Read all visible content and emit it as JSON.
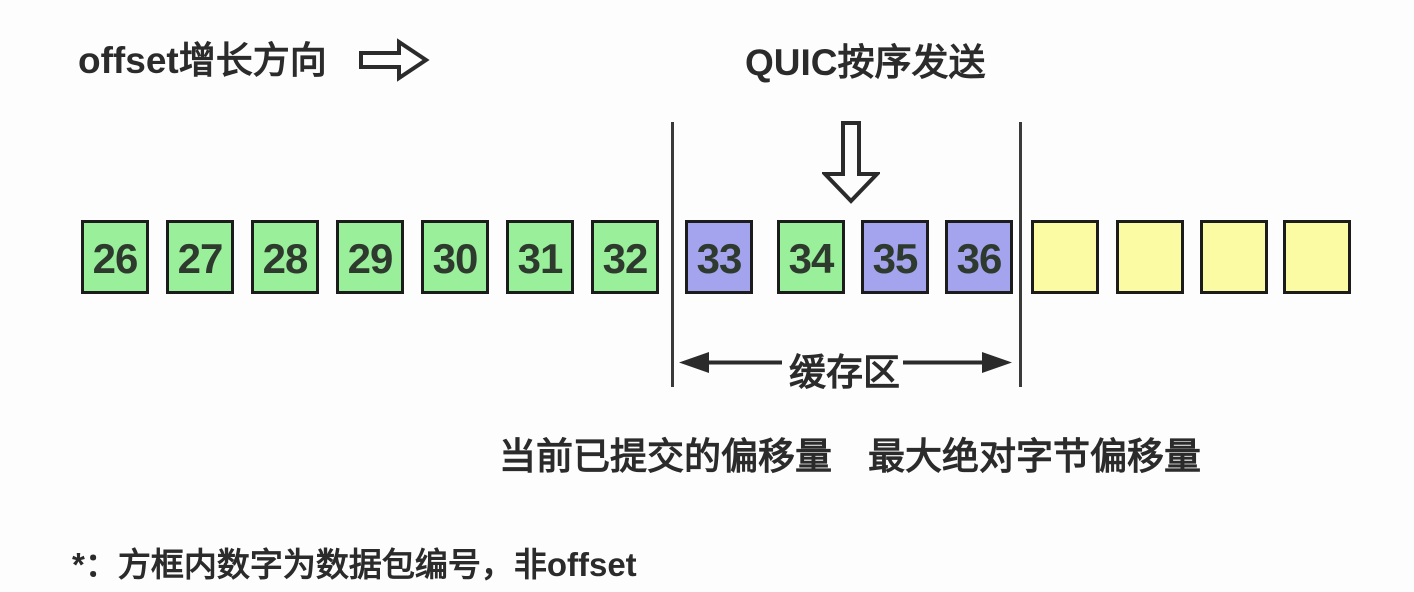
{
  "header": {
    "offset_direction_label": "offset增长方向",
    "quic_send_label": "QUIC按序发送"
  },
  "boxes": [
    {
      "label": "26",
      "color": "green"
    },
    {
      "label": "27",
      "color": "green"
    },
    {
      "label": "28",
      "color": "green"
    },
    {
      "label": "29",
      "color": "green"
    },
    {
      "label": "30",
      "color": "green"
    },
    {
      "label": "31",
      "color": "green"
    },
    {
      "label": "32",
      "color": "green"
    },
    {
      "label": "33",
      "color": "purple"
    },
    {
      "label": "34",
      "color": "green"
    },
    {
      "label": "35",
      "color": "purple"
    },
    {
      "label": "36",
      "color": "purple"
    },
    {
      "label": "",
      "color": "yellow"
    },
    {
      "label": "",
      "color": "yellow"
    },
    {
      "label": "",
      "color": "yellow"
    },
    {
      "label": "",
      "color": "yellow"
    }
  ],
  "buffer": {
    "label": "缓存区"
  },
  "boundaries": {
    "committed_offset_label": "当前已提交的偏移量",
    "max_offset_label": "最大绝对字节偏移量"
  },
  "footnote": "*：方框内数字为数据包编号，非offset",
  "colors": {
    "green": "#9aef9a",
    "purple": "#a3a3ee",
    "yellow": "#fbfba3",
    "box_border": "#1c1c1c",
    "text": "#2b2b2b",
    "line": "#3a3a3a"
  }
}
